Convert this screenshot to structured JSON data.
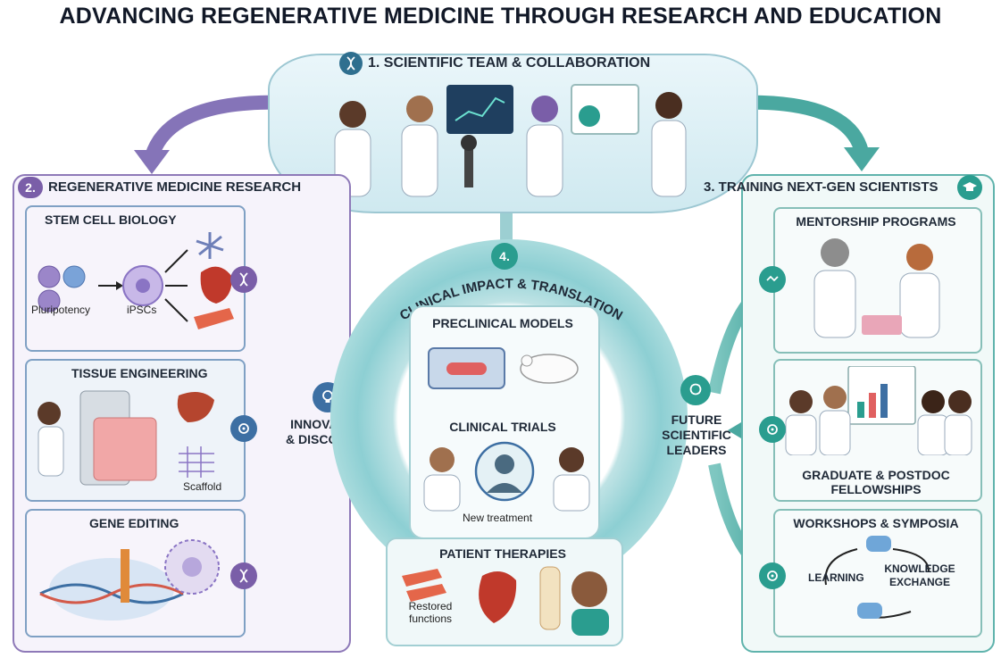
{
  "title": "ADVANCING REGENERATIVE MEDICINE THROUGH RESEARCH AND EDUCATION",
  "team": {
    "label": "1. SCIENTIFIC TEAM & COLLABORATION"
  },
  "research": {
    "label": "REGENERATIVE MEDICINE RESEARCH",
    "number": "2.",
    "stem_cell": {
      "title": "STEM CELL BIOLOGY",
      "pluripotency": "Pluripotency",
      "ipscs": "iPSCs"
    },
    "tissue": {
      "title": "TISSUE ENGINEERING",
      "scaffold": "Scaffold"
    },
    "gene": {
      "title": "GENE EDITING"
    }
  },
  "training": {
    "label": "3. TRAINING NEXT-GEN SCIENTISTS",
    "mentorship": {
      "title": "MENTORSHIP PROGRAMS"
    },
    "fellowships": {
      "title_line1": "GRADUATE & POSTDOC",
      "title_line2": "FELLOWSHIPS"
    },
    "workshops": {
      "title": "WORKSHOPS & SYMPOSIA",
      "learning": "LEARNING",
      "knowledge_line1": "KNOWLEDGE",
      "knowledge_line2": "EXCHANGE"
    }
  },
  "clinical": {
    "number": "4.",
    "arc_label": "CLINICAL IMPACT & TRANSLATION",
    "preclinical": "PRECLINICAL MODELS",
    "trials": "CLINICAL TRIALS",
    "new_treatment": "New treatment",
    "patient": {
      "title": "PATIENT THERAPIES",
      "restored_line1": "Restored",
      "restored_line2": "functions"
    }
  },
  "innovation": {
    "line1": "INNOVATION",
    "line2": "& DISCOVERY"
  },
  "leaders": {
    "line1": "FUTURE",
    "line2": "SCIENTIFIC",
    "line3": "LEADERS"
  },
  "colors": {
    "purple": "#7a5ea8",
    "teal": "#2a9d8f",
    "blue": "#3d6fa3",
    "ring": "#8dcfd3"
  },
  "icons": [
    "dna-icon",
    "graduation-cap-icon",
    "lightbulb-icon",
    "brain-icon",
    "handshake-icon",
    "network-icon"
  ]
}
